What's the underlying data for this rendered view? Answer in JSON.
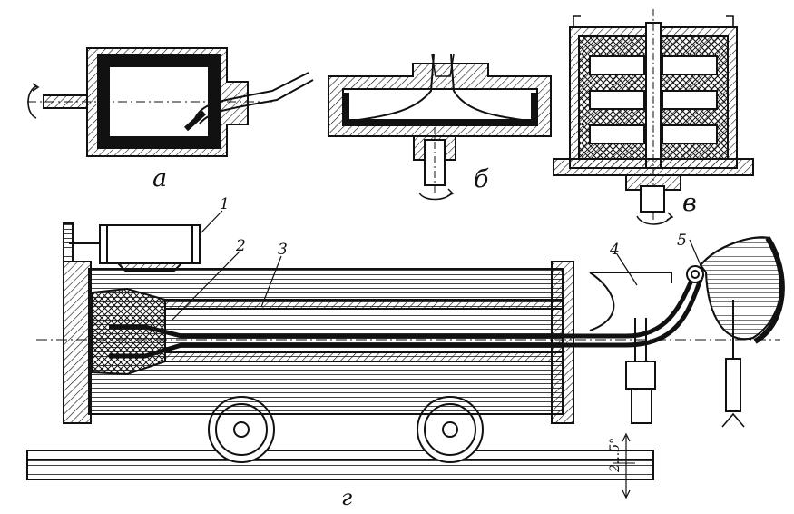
{
  "figure": {
    "panels": [
      {
        "id": "a",
        "letter": "а"
      },
      {
        "id": "b",
        "letter": "б"
      },
      {
        "id": "v",
        "letter": "в"
      },
      {
        "id": "g",
        "letter": "г"
      }
    ],
    "callouts": [
      "1",
      "2",
      "3",
      "4",
      "5"
    ],
    "tilt_label": "2...5°"
  },
  "colors": {
    "ink": "#111111",
    "paper": "#ffffff"
  }
}
